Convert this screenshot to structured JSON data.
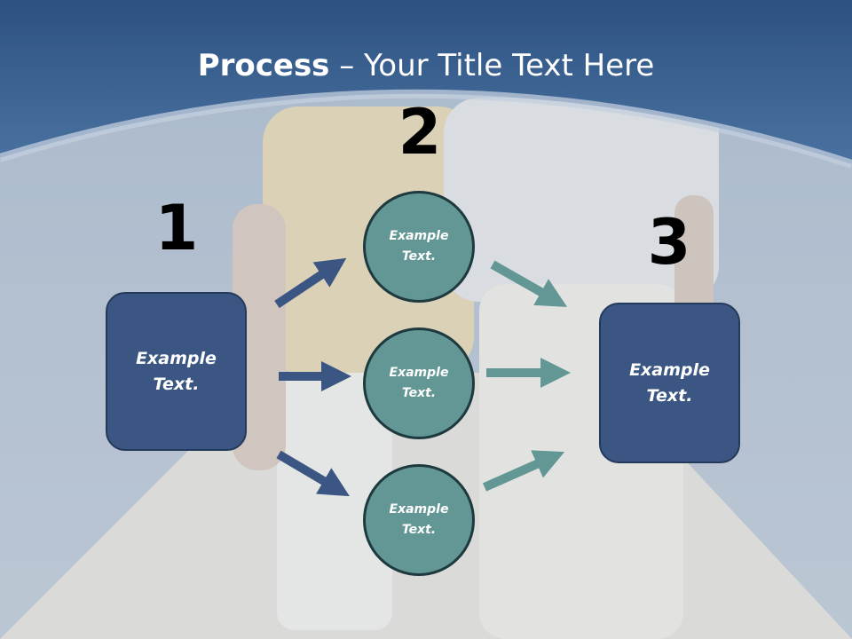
{
  "title": {
    "bold": "Process",
    "rest": " – Your Title Text Here"
  },
  "steps": {
    "n1": "1",
    "n2": "2",
    "n3": "3"
  },
  "left_box": "Example\nText.",
  "right_box": "Example\nText.",
  "circles": [
    "Example\nText.",
    "Example\nText.",
    "Example\nText."
  ],
  "colors": {
    "banner": "#3d6593",
    "box": "#3b5682",
    "circle": "#629795",
    "arrow_blue": "#3b5682",
    "arrow_teal": "#629795"
  }
}
